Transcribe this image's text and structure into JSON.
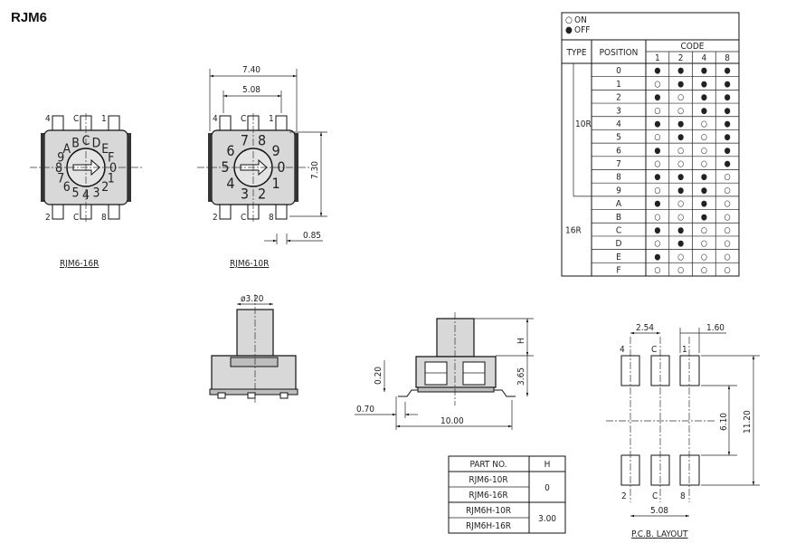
{
  "title": "RJM6",
  "top_views": {
    "rjm6_16r": {
      "caption": "RJM6-16R",
      "pins_top": [
        "4",
        "C",
        "1"
      ],
      "pins_bottom": [
        "2",
        "C",
        "8"
      ],
      "dial_labels": [
        "0",
        "1",
        "2",
        "3",
        "4",
        "5",
        "6",
        "7",
        "8",
        "9",
        "A",
        "B",
        "C",
        "D",
        "E",
        "F"
      ]
    },
    "rjm6_10r": {
      "caption": "RJM6-10R",
      "pins_top": [
        "4",
        "C",
        "1"
      ],
      "pins_bottom": [
        "2",
        "C",
        "8"
      ],
      "dial_labels": [
        "0",
        "1",
        "2",
        "3",
        "4",
        "5",
        "6",
        "7",
        "8",
        "9"
      ],
      "dims": {
        "width": "7.40",
        "pitch": "5.08",
        "height": "7.30",
        "pin": "0.85"
      }
    }
  },
  "side_view": {
    "diameter": "ø3.20"
  },
  "front_view": {
    "dims": {
      "h": "H",
      "body_height": "3.65",
      "lead": "0.20",
      "offset": "0.70",
      "length": "10.00"
    }
  },
  "part_table": {
    "headers": [
      "PART NO.",
      "H"
    ],
    "rows": [
      {
        "parts": [
          "RJM6-10R",
          "RJM6-16R"
        ],
        "h": "0"
      },
      {
        "parts": [
          "RJM6H-10R",
          "RJM6H-16R"
        ],
        "h": "3.00"
      }
    ]
  },
  "pcb": {
    "caption": "P.C.B. LAYOUT",
    "pins_top": [
      "4",
      "C",
      "1"
    ],
    "pins_bottom": [
      "2",
      "C",
      "8"
    ],
    "dims": {
      "pitch": "2.54",
      "pad_width": "1.60",
      "inner": "6.10",
      "outer": "11.20",
      "span": "5.08"
    }
  },
  "code_table": {
    "legend": [
      {
        "symbol": "○",
        "label": "ON"
      },
      {
        "symbol": "●",
        "label": "OFF"
      }
    ],
    "headers": {
      "type": "TYPE",
      "position": "POSITION",
      "code": "CODE",
      "bits": [
        "1",
        "2",
        "4",
        "8"
      ]
    },
    "types": [
      "10R",
      "16R"
    ],
    "on_symbol": "○",
    "off_symbol": "●",
    "rows": [
      {
        "pos": "0",
        "code": [
          "OFF",
          "OFF",
          "OFF",
          "OFF"
        ]
      },
      {
        "pos": "1",
        "code": [
          "ON",
          "OFF",
          "OFF",
          "OFF"
        ]
      },
      {
        "pos": "2",
        "code": [
          "OFF",
          "ON",
          "OFF",
          "OFF"
        ]
      },
      {
        "pos": "3",
        "code": [
          "ON",
          "ON",
          "OFF",
          "OFF"
        ]
      },
      {
        "pos": "4",
        "code": [
          "OFF",
          "OFF",
          "ON",
          "OFF"
        ]
      },
      {
        "pos": "5",
        "code": [
          "ON",
          "OFF",
          "ON",
          "OFF"
        ]
      },
      {
        "pos": "6",
        "code": [
          "OFF",
          "ON",
          "ON",
          "OFF"
        ]
      },
      {
        "pos": "7",
        "code": [
          "ON",
          "ON",
          "ON",
          "OFF"
        ]
      },
      {
        "pos": "8",
        "code": [
          "OFF",
          "OFF",
          "OFF",
          "ON"
        ]
      },
      {
        "pos": "9",
        "code": [
          "ON",
          "OFF",
          "OFF",
          "ON"
        ]
      },
      {
        "pos": "A",
        "code": [
          "OFF",
          "ON",
          "OFF",
          "ON"
        ]
      },
      {
        "pos": "B",
        "code": [
          "ON",
          "ON",
          "OFF",
          "ON"
        ]
      },
      {
        "pos": "C",
        "code": [
          "OFF",
          "OFF",
          "ON",
          "ON"
        ]
      },
      {
        "pos": "D",
        "code": [
          "ON",
          "OFF",
          "ON",
          "ON"
        ]
      },
      {
        "pos": "E",
        "code": [
          "OFF",
          "ON",
          "ON",
          "ON"
        ]
      },
      {
        "pos": "F",
        "code": [
          "ON",
          "ON",
          "ON",
          "ON"
        ]
      }
    ]
  }
}
